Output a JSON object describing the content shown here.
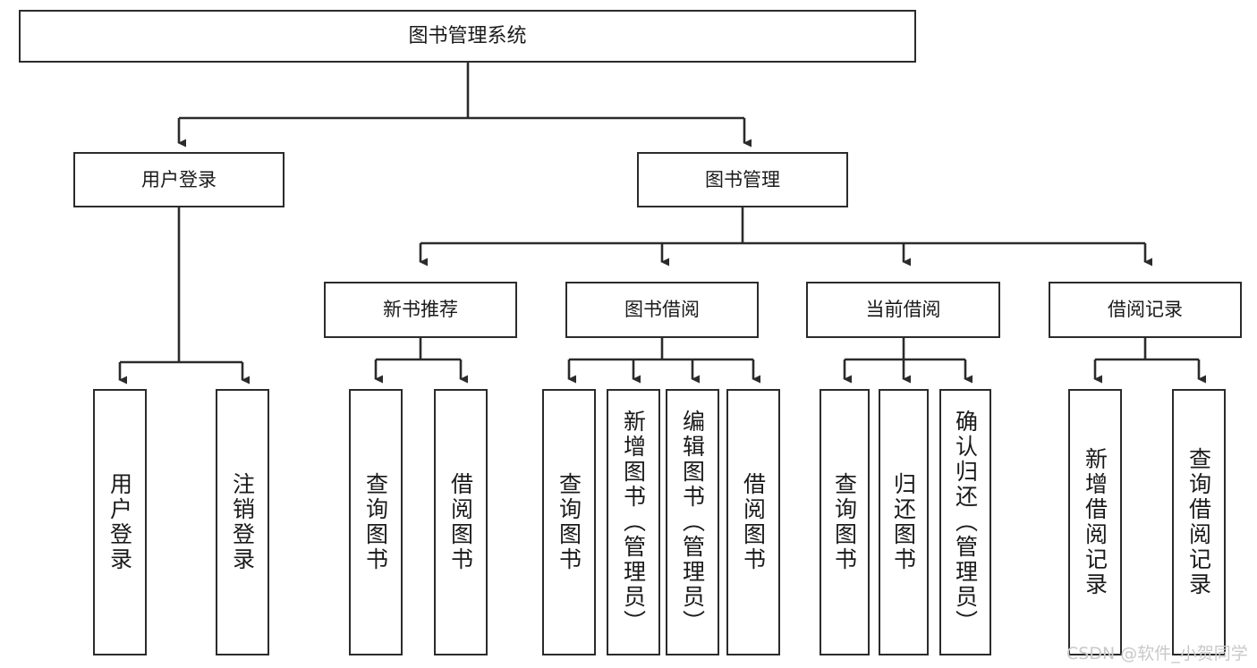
{
  "diagram": {
    "title": "图书管理系统",
    "type": "tree-hierarchy",
    "watermark": "CSDN @软件_小贺同学",
    "colors": {
      "stroke": "#2b2b2b",
      "fill": "#ffffff",
      "text": "#1a1a1a",
      "watermark": "#c9c9c9"
    },
    "levels": {
      "root": {
        "label": "图书管理系统"
      },
      "level2": [
        {
          "id": "user-login",
          "label": "用户登录"
        },
        {
          "id": "book-management",
          "label": "图书管理"
        }
      ],
      "level3": [
        {
          "id": "new-book-recommend",
          "label": "新书推荐",
          "parent": "book-management"
        },
        {
          "id": "book-borrow",
          "label": "图书借阅",
          "parent": "book-management"
        },
        {
          "id": "current-borrow",
          "label": "当前借阅",
          "parent": "book-management"
        },
        {
          "id": "borrow-record",
          "label": "借阅记录",
          "parent": "book-management"
        }
      ],
      "leaves": [
        {
          "id": "leaf-user-login",
          "label": "用户登录",
          "parent": "user-login"
        },
        {
          "id": "leaf-logout-login",
          "label": "注销登录",
          "parent": "user-login"
        },
        {
          "id": "leaf-query-book-1",
          "label": "查询图书",
          "parent": "new-book-recommend"
        },
        {
          "id": "leaf-borrow-book-1",
          "label": "借阅图书",
          "parent": "new-book-recommend"
        },
        {
          "id": "leaf-query-book-2",
          "label": "查询图书",
          "parent": "book-borrow"
        },
        {
          "id": "leaf-add-book",
          "label": "新增图书（管理员）",
          "parent": "book-borrow"
        },
        {
          "id": "leaf-edit-book",
          "label": "编辑图书（管理员）",
          "parent": "book-borrow"
        },
        {
          "id": "leaf-borrow-book-2",
          "label": "借阅图书",
          "parent": "book-borrow"
        },
        {
          "id": "leaf-query-book-3",
          "label": "查询图书",
          "parent": "current-borrow"
        },
        {
          "id": "leaf-return-book",
          "label": "归还图书",
          "parent": "current-borrow"
        },
        {
          "id": "leaf-confirm-return",
          "label": "确认归还（管理员）",
          "parent": "current-borrow"
        },
        {
          "id": "leaf-add-record",
          "label": "新增借阅记录",
          "parent": "borrow-record"
        },
        {
          "id": "leaf-query-record",
          "label": "查询借阅记录",
          "parent": "borrow-record"
        }
      ]
    }
  }
}
